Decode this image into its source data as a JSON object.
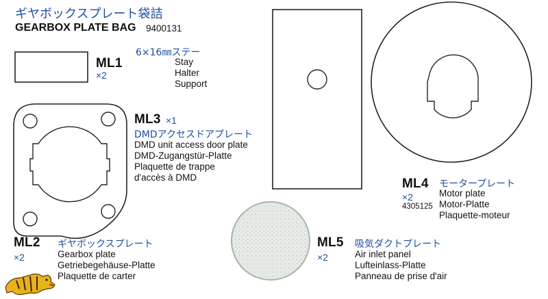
{
  "header": {
    "title_jp": "ギヤボックスプレート袋詰",
    "title_en": "GEARBOX PLATE BAG",
    "part_number": "9400131"
  },
  "parts": {
    "ml1": {
      "code": "ML1",
      "qty": "×2",
      "name_jp": "6×16㎜ステー",
      "names": [
        "Stay",
        "Halter",
        "Support"
      ]
    },
    "ml3": {
      "code": "ML3",
      "qty": "×1",
      "name_jp": "DMDアクセスドアプレート",
      "names": [
        "DMD unit access door plate",
        "DMD-Zugangstür-Platte",
        "Plaquette de trappe",
        "d'accès à DMD"
      ]
    },
    "ml2": {
      "code": "ML2",
      "qty": "×2",
      "name_jp": "ギヤボックスプレート",
      "names": [
        "Gearbox plate",
        "Getriebegehäuse-Platte",
        "Plaquette de carter"
      ]
    },
    "ml4": {
      "code": "ML4",
      "qty": "×2",
      "name_jp": "モータープレート",
      "part_number": "4305125",
      "names": [
        "Motor plate",
        "Motor-Platte",
        "Plaquette-moteur"
      ]
    },
    "ml5": {
      "code": "ML5",
      "qty": "×2",
      "name_jp": "吸気ダクトプレート",
      "names": [
        "Air inlet panel",
        "Lufteinlass-Platte",
        "Panneau de prise d'air"
      ]
    }
  },
  "colors": {
    "accent_blue": "#1f4ea3",
    "line": "#222222",
    "logo_yellow": "#e8b21a"
  },
  "icons": {
    "logo": "tamiya-tiger-logo"
  }
}
